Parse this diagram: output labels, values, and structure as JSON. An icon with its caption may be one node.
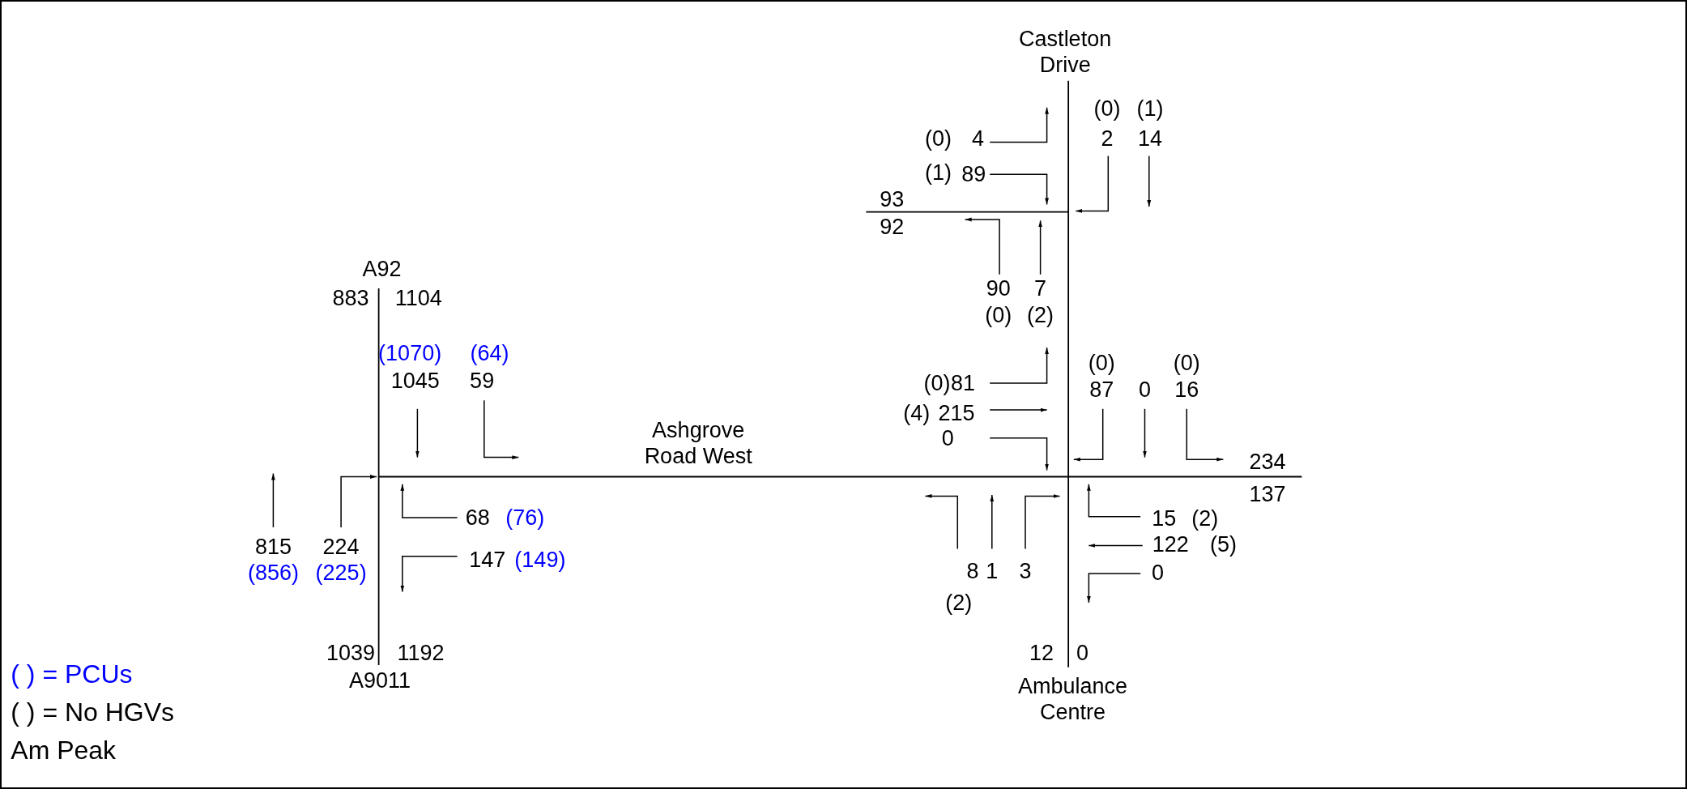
{
  "diagram": {
    "labels": [
      "Castleton Drive",
      "(0)",
      "(1)",
      "(0)",
      "4",
      "2",
      "14",
      "(1)",
      "89",
      "93",
      "92",
      "A92",
      "883",
      "1104",
      "90",
      "7",
      "(0)",
      "(2)",
      "(1070)",
      "(64)",
      "(0)",
      "(0)",
      "1045",
      "59",
      "(0)",
      "81",
      "87",
      "0",
      "16",
      "(4)",
      "215",
      "Ashgrove Road West",
      "0",
      "234",
      "137",
      "68",
      "(76)",
      "815",
      "224",
      "15",
      "(2)",
      "122",
      "(5)",
      "147",
      "(149)",
      "(856)",
      "(225)",
      "8",
      "1",
      "3",
      "0",
      "(2)",
      "1039",
      "1192",
      "12",
      "0",
      "A9011",
      "Ambulance Centre",
      "( ) = PCUs",
      "( ) = No HGVs",
      "Am Peak"
    ]
  }
}
